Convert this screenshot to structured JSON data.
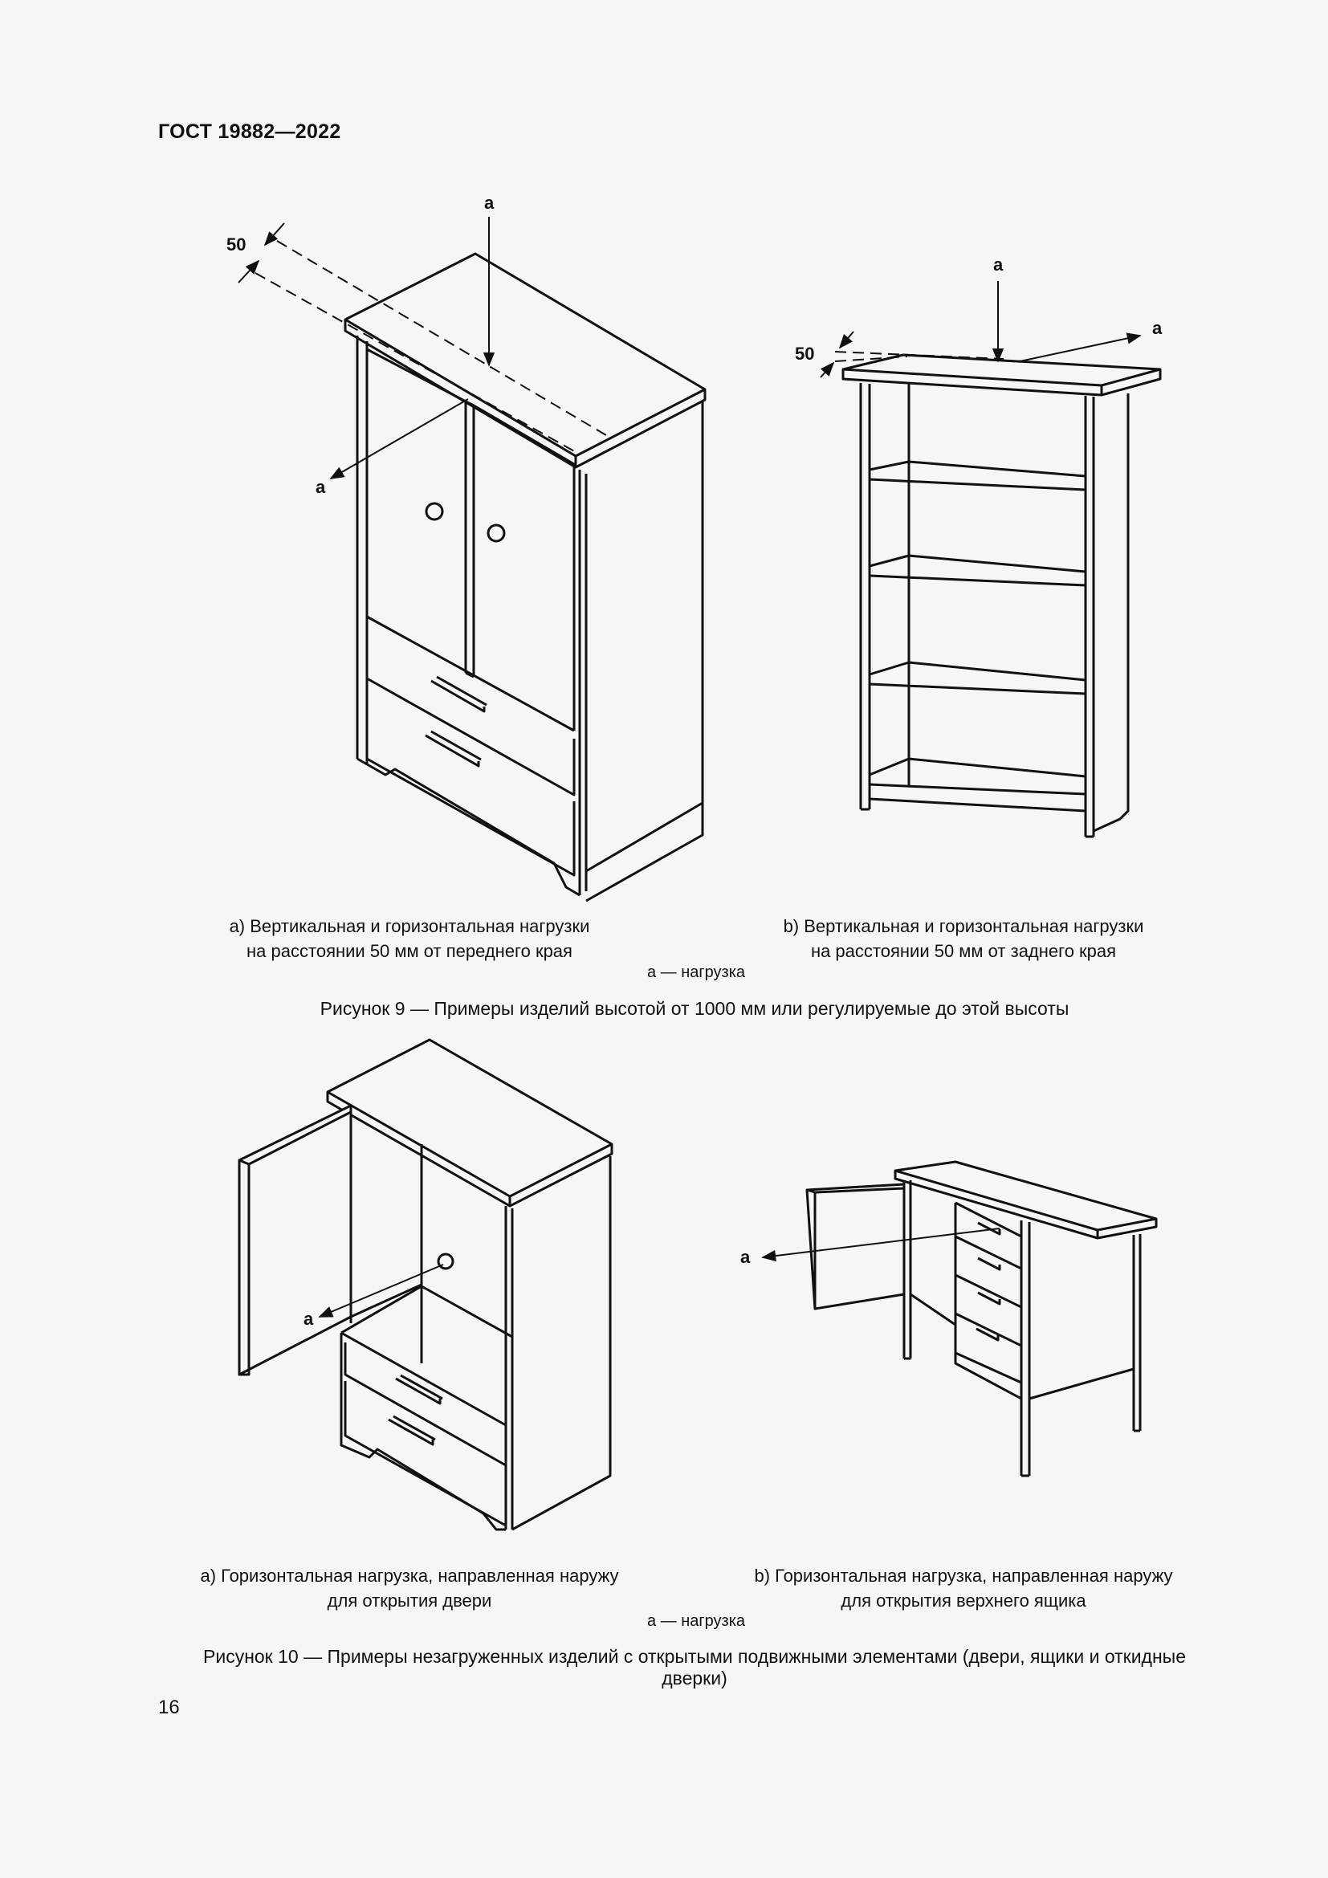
{
  "header": {
    "doc_id": "ГОСТ 19882—2022"
  },
  "figure9": {
    "caption_a_line1": "а) Вертикальная и горизонтальная нагрузки",
    "caption_a_line2": "на  расстоянии 50 мм от переднего края",
    "caption_b_line1": "b) Вертикальная и горизонтальная нагрузки",
    "caption_b_line2": "на  расстоянии 50 мм от заднего края",
    "legend": "а — нагрузка",
    "title": "Рисунок 9 — Примеры изделий высотой от 1000 мм или регулируемые до этой высоты",
    "labels": {
      "load": "а",
      "dimension": "50"
    }
  },
  "figure10": {
    "caption_a_line1": "а) Горизонтальная нагрузка, направленная наружу",
    "caption_a_line2": "для  открытия двери",
    "caption_b_line1": "b) Горизонтальная нагрузка, направленная наружу",
    "caption_b_line2": "для  открытия верхнего ящика",
    "legend": "а — нагрузка",
    "title_line1": "Рисунок 10 — Примеры незагруженных изделий с открытыми подвижными элементами (двери, ящики и откидные",
    "title_line2": "дверки)",
    "labels": {
      "load": "а"
    }
  },
  "page_number": "16"
}
